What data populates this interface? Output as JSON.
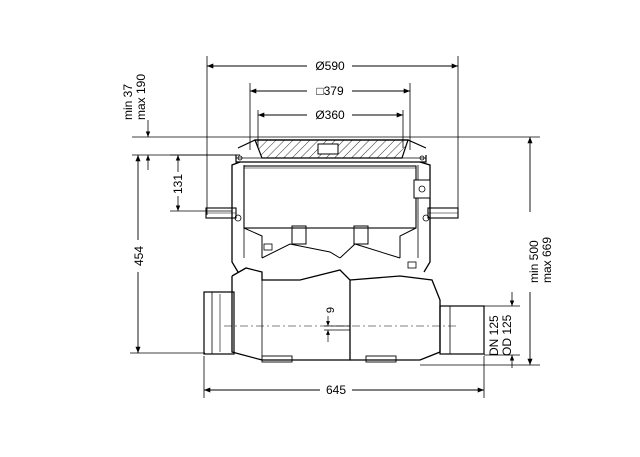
{
  "dimensions": {
    "cover_outer_diameter": "Ø590",
    "frame_square": "□379",
    "inner_diameter": "Ø360",
    "top_height_min": "min 37",
    "top_height_max": "max 190",
    "upper_height": "131",
    "total_height": "454",
    "depth_min": "min 500",
    "depth_max": "max 669",
    "drop": "9",
    "pipe_dn": "DN 125",
    "pipe_od": "OD 125",
    "length": "645"
  }
}
